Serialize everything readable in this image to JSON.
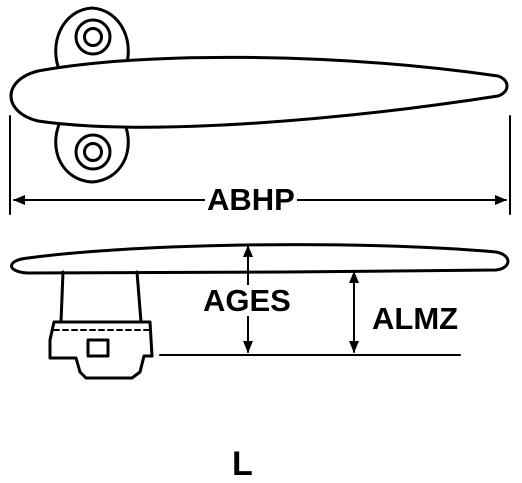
{
  "dimensions": {
    "overall_length_label": "ABHP",
    "height_label": "AGES",
    "base_height_label": "ALMZ"
  },
  "style_label": "L",
  "colors": {
    "line": "#000000",
    "background": "#ffffff"
  }
}
